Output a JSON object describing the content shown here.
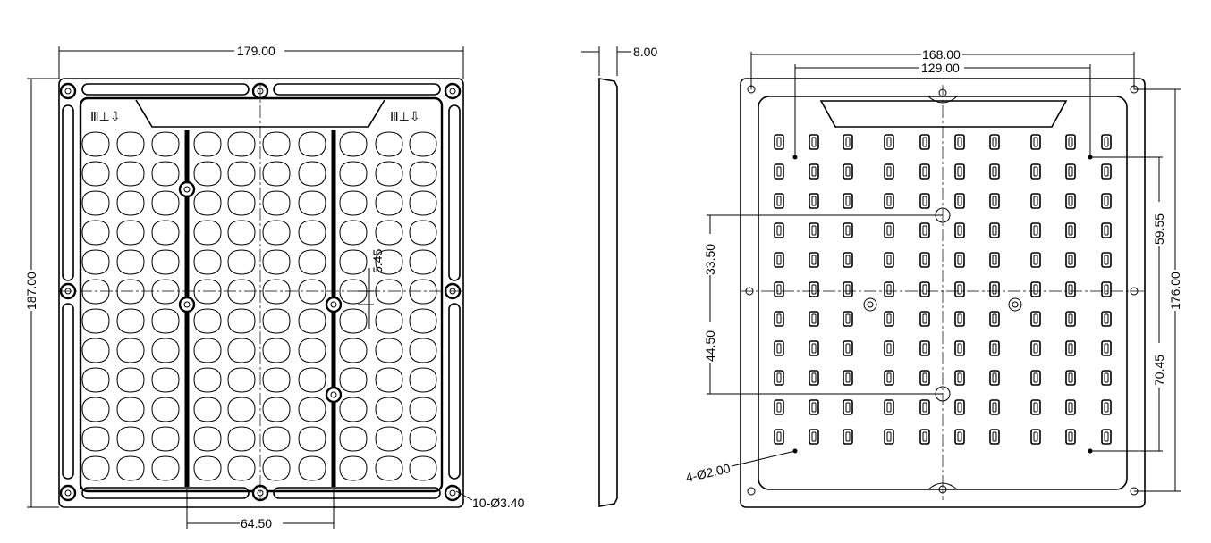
{
  "front_view": {
    "width_dim": "179.00",
    "height_dim": "187.00",
    "pitch_dim": "64.50",
    "offset_dim": "5.45",
    "hole_callout": "10-Ø3.40",
    "orientation_marks": "Ⅲ⊥⇩"
  },
  "side_view": {
    "thickness_dim": "8.00"
  },
  "back_view": {
    "outer_width_dim": "168.00",
    "inner_width_dim": "129.00",
    "height_dim": "176.00",
    "upper_offset_dim": "59.55",
    "lower_offset_dim": "70.45",
    "hole_upper_dim": "33.50",
    "hole_lower_dim": "44.50",
    "pin_callout": "4-Ø2.00"
  }
}
